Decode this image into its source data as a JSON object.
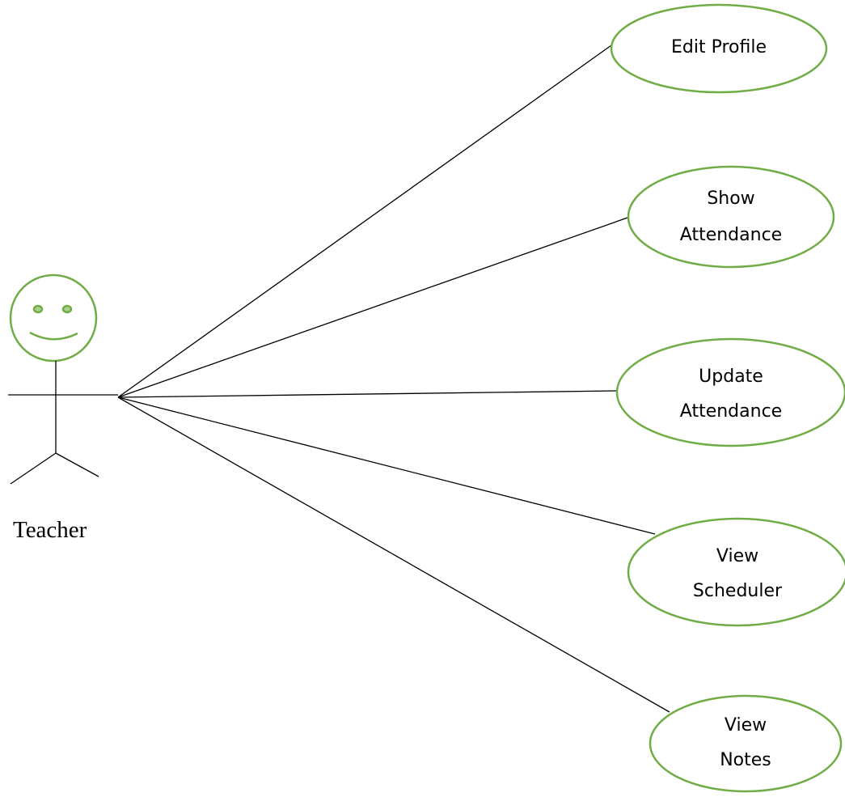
{
  "diagram": {
    "type": "use-case",
    "accent_color": "#70ad47",
    "eye_fill": "#a9d08e",
    "actor": {
      "label": "Teacher",
      "icon": "stick-figure-smiley-icon"
    },
    "use_cases": [
      {
        "id": "edit-profile",
        "lines": [
          "Edit Profile"
        ]
      },
      {
        "id": "show-attendance",
        "lines": [
          "Show",
          "Attendance"
        ]
      },
      {
        "id": "update-attendance",
        "lines": [
          "Update",
          "Attendance"
        ]
      },
      {
        "id": "view-scheduler",
        "lines": [
          "View",
          "Scheduler"
        ]
      },
      {
        "id": "view-notes",
        "lines": [
          "View",
          "Notes"
        ]
      }
    ]
  }
}
